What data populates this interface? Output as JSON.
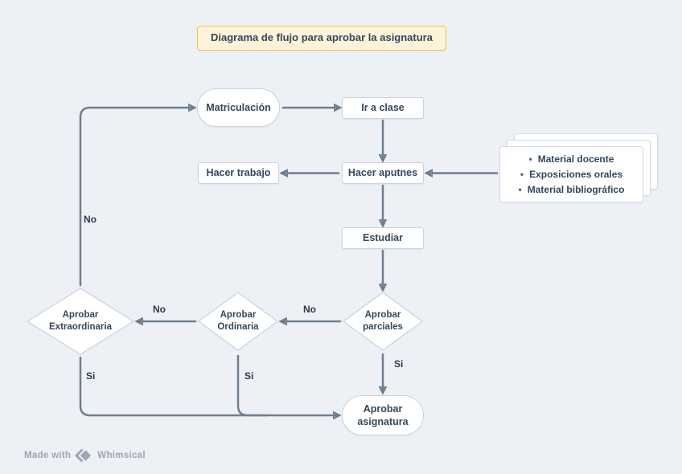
{
  "title": "Diagrama de flujo para aprobar la asignatura",
  "nodes": {
    "matriculacion": {
      "label": "Matriculación"
    },
    "ir_a_clase": {
      "label": "Ir a clase"
    },
    "hacer_aputnes": {
      "label": "Hacer aputnes"
    },
    "hacer_trabajo": {
      "label": "Hacer trabajo"
    },
    "estudiar": {
      "label": "Estudiar"
    },
    "aprobar_parciales": {
      "label": "Aprobar parciales"
    },
    "aprobar_ordinaria": {
      "label": "Aprobar Ordinaria"
    },
    "aprobar_extraordinaria": {
      "label": "Aprobar Extraordinaria"
    },
    "aprobar_asignatura": {
      "label": "Aprobar asignatura"
    }
  },
  "materials_card": {
    "bullet": "•",
    "items": [
      "Material docente",
      "Exposiciones orales",
      "Material bibliográfico"
    ]
  },
  "edge_labels": {
    "parciales_to_ordinaria": "No",
    "ordinaria_to_extraordinaria": "No",
    "extraordinaria_to_matriculacion": "No",
    "parciales_to_asignatura": "Si",
    "ordinaria_to_asignatura": "Si",
    "extraordinaria_to_asignatura": "Si"
  },
  "footer": {
    "made_with": "Made with",
    "brand": "Whimsical"
  },
  "colors": {
    "background": "#edf0f5",
    "node_fill": "#ffffff",
    "node_border": "#c9d2dd",
    "arrow": "#6e7e8e",
    "text": "#33475b",
    "title_fill": "#fcf3d9",
    "title_border": "#f2c250",
    "footer_gray": "#9ba7b4"
  }
}
